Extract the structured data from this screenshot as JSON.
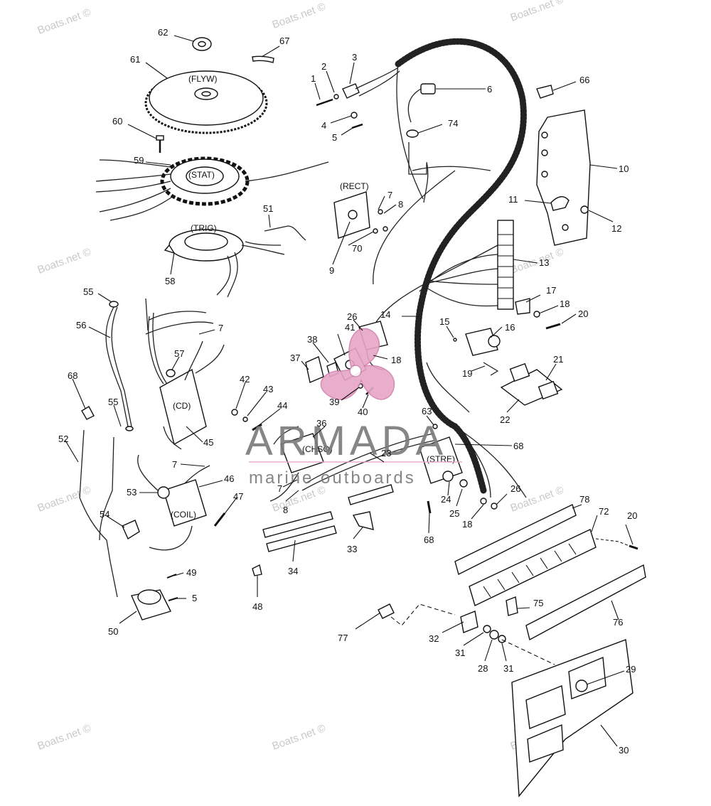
{
  "watermark": "Boats.net ©",
  "brand": {
    "name": "ARMADA",
    "tagline": "marine outboards",
    "accent_color": "#e8a6c8",
    "text_color": "#7a7a7a"
  },
  "component_tags": {
    "flyw": "(FLYW)",
    "stat": "(STAT)",
    "trig": "(TRIG)",
    "rect": "(RECT)",
    "cd": "(CD)",
    "coil": "(COIL)",
    "chso": "(CHSO)",
    "stre": "(STRE)"
  },
  "callouts": [
    "1",
    "2",
    "3",
    "4",
    "5",
    "5",
    "6",
    "7",
    "7",
    "7",
    "7",
    "8",
    "8",
    "9",
    "10",
    "11",
    "12",
    "13",
    "14",
    "15",
    "16",
    "17",
    "18",
    "18",
    "18",
    "19",
    "20",
    "20",
    "21",
    "22",
    "23",
    "24",
    "25",
    "26",
    "26",
    "28",
    "29",
    "30",
    "31",
    "31",
    "32",
    "33",
    "34",
    "36",
    "37",
    "38",
    "39",
    "40",
    "41",
    "42",
    "43",
    "44",
    "45",
    "46",
    "47",
    "48",
    "49",
    "50",
    "51",
    "52",
    "53",
    "54",
    "55",
    "55",
    "56",
    "57",
    "58",
    "59",
    "60",
    "61",
    "62",
    "63",
    "67",
    "68",
    "68",
    "68",
    "70",
    "72",
    "74",
    "75",
    "76",
    "77",
    "78",
    "66"
  ]
}
